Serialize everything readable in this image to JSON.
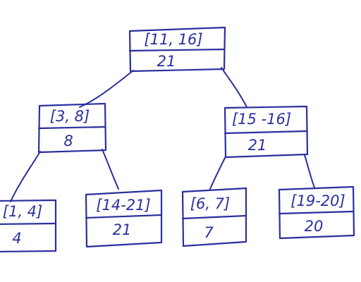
{
  "tree": {
    "root": {
      "interval": "[11, 16]",
      "max": "21"
    },
    "left": {
      "interval": "[3, 8]",
      "max": "8"
    },
    "right": {
      "interval": "[15 -16]",
      "max": "21"
    },
    "left_left": {
      "interval": "[1, 4]",
      "max": "4"
    },
    "left_right": {
      "interval": "[14-21]",
      "max": "21"
    },
    "right_left": {
      "interval": "[6, 7]",
      "max": "7"
    },
    "right_right": {
      "interval": "[19-20]",
      "max": "20"
    }
  },
  "colors": {
    "ink": "#2a2f9e",
    "background": "#ffffff"
  }
}
